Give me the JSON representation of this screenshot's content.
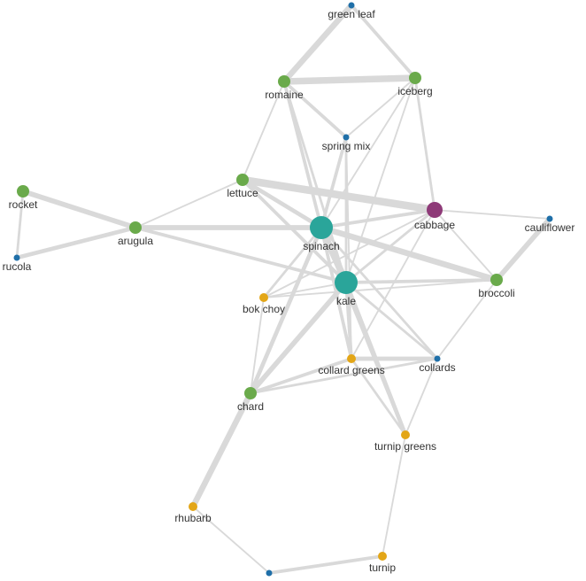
{
  "colors": {
    "green": "#6aaa4b",
    "teal": "#2aa59a",
    "purple": "#8e3a78",
    "blue": "#1f6fa8",
    "yellow": "#e3a617",
    "edge": "#d9d9d9"
  },
  "nodes": [
    {
      "id": "green_leaf",
      "label": "green leaf",
      "color": "blue",
      "weight": 1
    },
    {
      "id": "romaine",
      "label": "romaine",
      "color": "green",
      "weight": 3
    },
    {
      "id": "iceberg",
      "label": "iceberg",
      "color": "green",
      "weight": 3
    },
    {
      "id": "spring_mix",
      "label": "spring mix",
      "color": "blue",
      "weight": 1
    },
    {
      "id": "lettuce",
      "label": "lettuce",
      "color": "green",
      "weight": 3
    },
    {
      "id": "rocket",
      "label": "rocket",
      "color": "green",
      "weight": 3
    },
    {
      "id": "rucola",
      "label": "rucola",
      "color": "blue",
      "weight": 1
    },
    {
      "id": "arugula",
      "label": "arugula",
      "color": "green",
      "weight": 3
    },
    {
      "id": "spinach",
      "label": "spinach",
      "color": "teal",
      "weight": 6
    },
    {
      "id": "cabbage",
      "label": "cabbage",
      "color": "purple",
      "weight": 4
    },
    {
      "id": "cauliflower",
      "label": "cauliflower",
      "color": "blue",
      "weight": 1
    },
    {
      "id": "kale",
      "label": "kale",
      "color": "teal",
      "weight": 6
    },
    {
      "id": "broccoli",
      "label": "broccoli",
      "color": "green",
      "weight": 3
    },
    {
      "id": "bok_choy",
      "label": "bok choy",
      "color": "yellow",
      "weight": 2
    },
    {
      "id": "collard_greens",
      "label": "collard greens",
      "color": "yellow",
      "weight": 2
    },
    {
      "id": "collards",
      "label": "collards",
      "color": "blue",
      "weight": 1
    },
    {
      "id": "chard",
      "label": "chard",
      "color": "green",
      "weight": 3
    },
    {
      "id": "turnip_greens",
      "label": "turnip greens",
      "color": "yellow",
      "weight": 2
    },
    {
      "id": "rhubarb",
      "label": "rhubarb",
      "color": "yellow",
      "weight": 2
    },
    {
      "id": "turnip",
      "label": "turnip",
      "color": "yellow",
      "weight": 2
    },
    {
      "id": "unlabeled",
      "label": "",
      "color": "blue",
      "weight": 1
    }
  ],
  "edges": [
    {
      "source": "green_leaf",
      "target": "romaine",
      "weight": 6
    },
    {
      "source": "green_leaf",
      "target": "iceberg",
      "weight": 3
    },
    {
      "source": "romaine",
      "target": "iceberg",
      "weight": 7
    },
    {
      "source": "romaine",
      "target": "spring_mix",
      "weight": 3
    },
    {
      "source": "romaine",
      "target": "spinach",
      "weight": 3
    },
    {
      "source": "romaine",
      "target": "kale",
      "weight": 2
    },
    {
      "source": "romaine",
      "target": "lettuce",
      "weight": 1
    },
    {
      "source": "iceberg",
      "target": "cabbage",
      "weight": 2
    },
    {
      "source": "iceberg",
      "target": "spring_mix",
      "weight": 1
    },
    {
      "source": "iceberg",
      "target": "spinach",
      "weight": 1
    },
    {
      "source": "iceberg",
      "target": "kale",
      "weight": 1
    },
    {
      "source": "spring_mix",
      "target": "spinach",
      "weight": 3
    },
    {
      "source": "spring_mix",
      "target": "kale",
      "weight": 2
    },
    {
      "source": "spring_mix",
      "target": "collard_greens",
      "weight": 1
    },
    {
      "source": "lettuce",
      "target": "spinach",
      "weight": 4
    },
    {
      "source": "lettuce",
      "target": "cabbage",
      "weight": 8
    },
    {
      "source": "lettuce",
      "target": "arugula",
      "weight": 1
    },
    {
      "source": "lettuce",
      "target": "kale",
      "weight": 3
    },
    {
      "source": "rocket",
      "target": "arugula",
      "weight": 5
    },
    {
      "source": "rocket",
      "target": "rucola",
      "weight": 2
    },
    {
      "source": "rucola",
      "target": "arugula",
      "weight": 4
    },
    {
      "source": "arugula",
      "target": "spinach",
      "weight": 5
    },
    {
      "source": "arugula",
      "target": "kale",
      "weight": 3
    },
    {
      "source": "spinach",
      "target": "cabbage",
      "weight": 3
    },
    {
      "source": "spinach",
      "target": "broccoli",
      "weight": 6
    },
    {
      "source": "spinach",
      "target": "kale",
      "weight": 7
    },
    {
      "source": "spinach",
      "target": "bok_choy",
      "weight": 2
    },
    {
      "source": "spinach",
      "target": "chard",
      "weight": 4
    },
    {
      "source": "spinach",
      "target": "collard_greens",
      "weight": 3
    },
    {
      "source": "spinach",
      "target": "collards",
      "weight": 2
    },
    {
      "source": "spinach",
      "target": "turnip_greens",
      "weight": 3
    },
    {
      "source": "cabbage",
      "target": "cauliflower",
      "weight": 1
    },
    {
      "source": "cabbage",
      "target": "broccoli",
      "weight": 1
    },
    {
      "source": "cabbage",
      "target": "kale",
      "weight": 2
    },
    {
      "source": "cabbage",
      "target": "bok_choy",
      "weight": 1
    },
    {
      "source": "cabbage",
      "target": "collard_greens",
      "weight": 1
    },
    {
      "source": "cauliflower",
      "target": "broccoli",
      "weight": 5
    },
    {
      "source": "kale",
      "target": "broccoli",
      "weight": 3
    },
    {
      "source": "kale",
      "target": "collard_greens",
      "weight": 3
    },
    {
      "source": "kale",
      "target": "collards",
      "weight": 2
    },
    {
      "source": "kale",
      "target": "chard",
      "weight": 5
    },
    {
      "source": "kale",
      "target": "turnip_greens",
      "weight": 4
    },
    {
      "source": "kale",
      "target": "bok_choy",
      "weight": 1
    },
    {
      "source": "broccoli",
      "target": "collards",
      "weight": 1
    },
    {
      "source": "broccoli",
      "target": "bok_choy",
      "weight": 1
    },
    {
      "source": "collard_greens",
      "target": "chard",
      "weight": 3
    },
    {
      "source": "collard_greens",
      "target": "collards",
      "weight": 4
    },
    {
      "source": "collard_greens",
      "target": "turnip_greens",
      "weight": 2
    },
    {
      "source": "collards",
      "target": "chard",
      "weight": 2
    },
    {
      "source": "collards",
      "target": "turnip_greens",
      "weight": 1
    },
    {
      "source": "chard",
      "target": "rhubarb",
      "weight": 6
    },
    {
      "source": "chard",
      "target": "bok_choy",
      "weight": 1
    },
    {
      "source": "turnip_greens",
      "target": "turnip",
      "weight": 1
    },
    {
      "source": "rhubarb",
      "target": "unlabeled",
      "weight": 1
    },
    {
      "source": "unlabeled",
      "target": "turnip",
      "weight": 3
    }
  ]
}
